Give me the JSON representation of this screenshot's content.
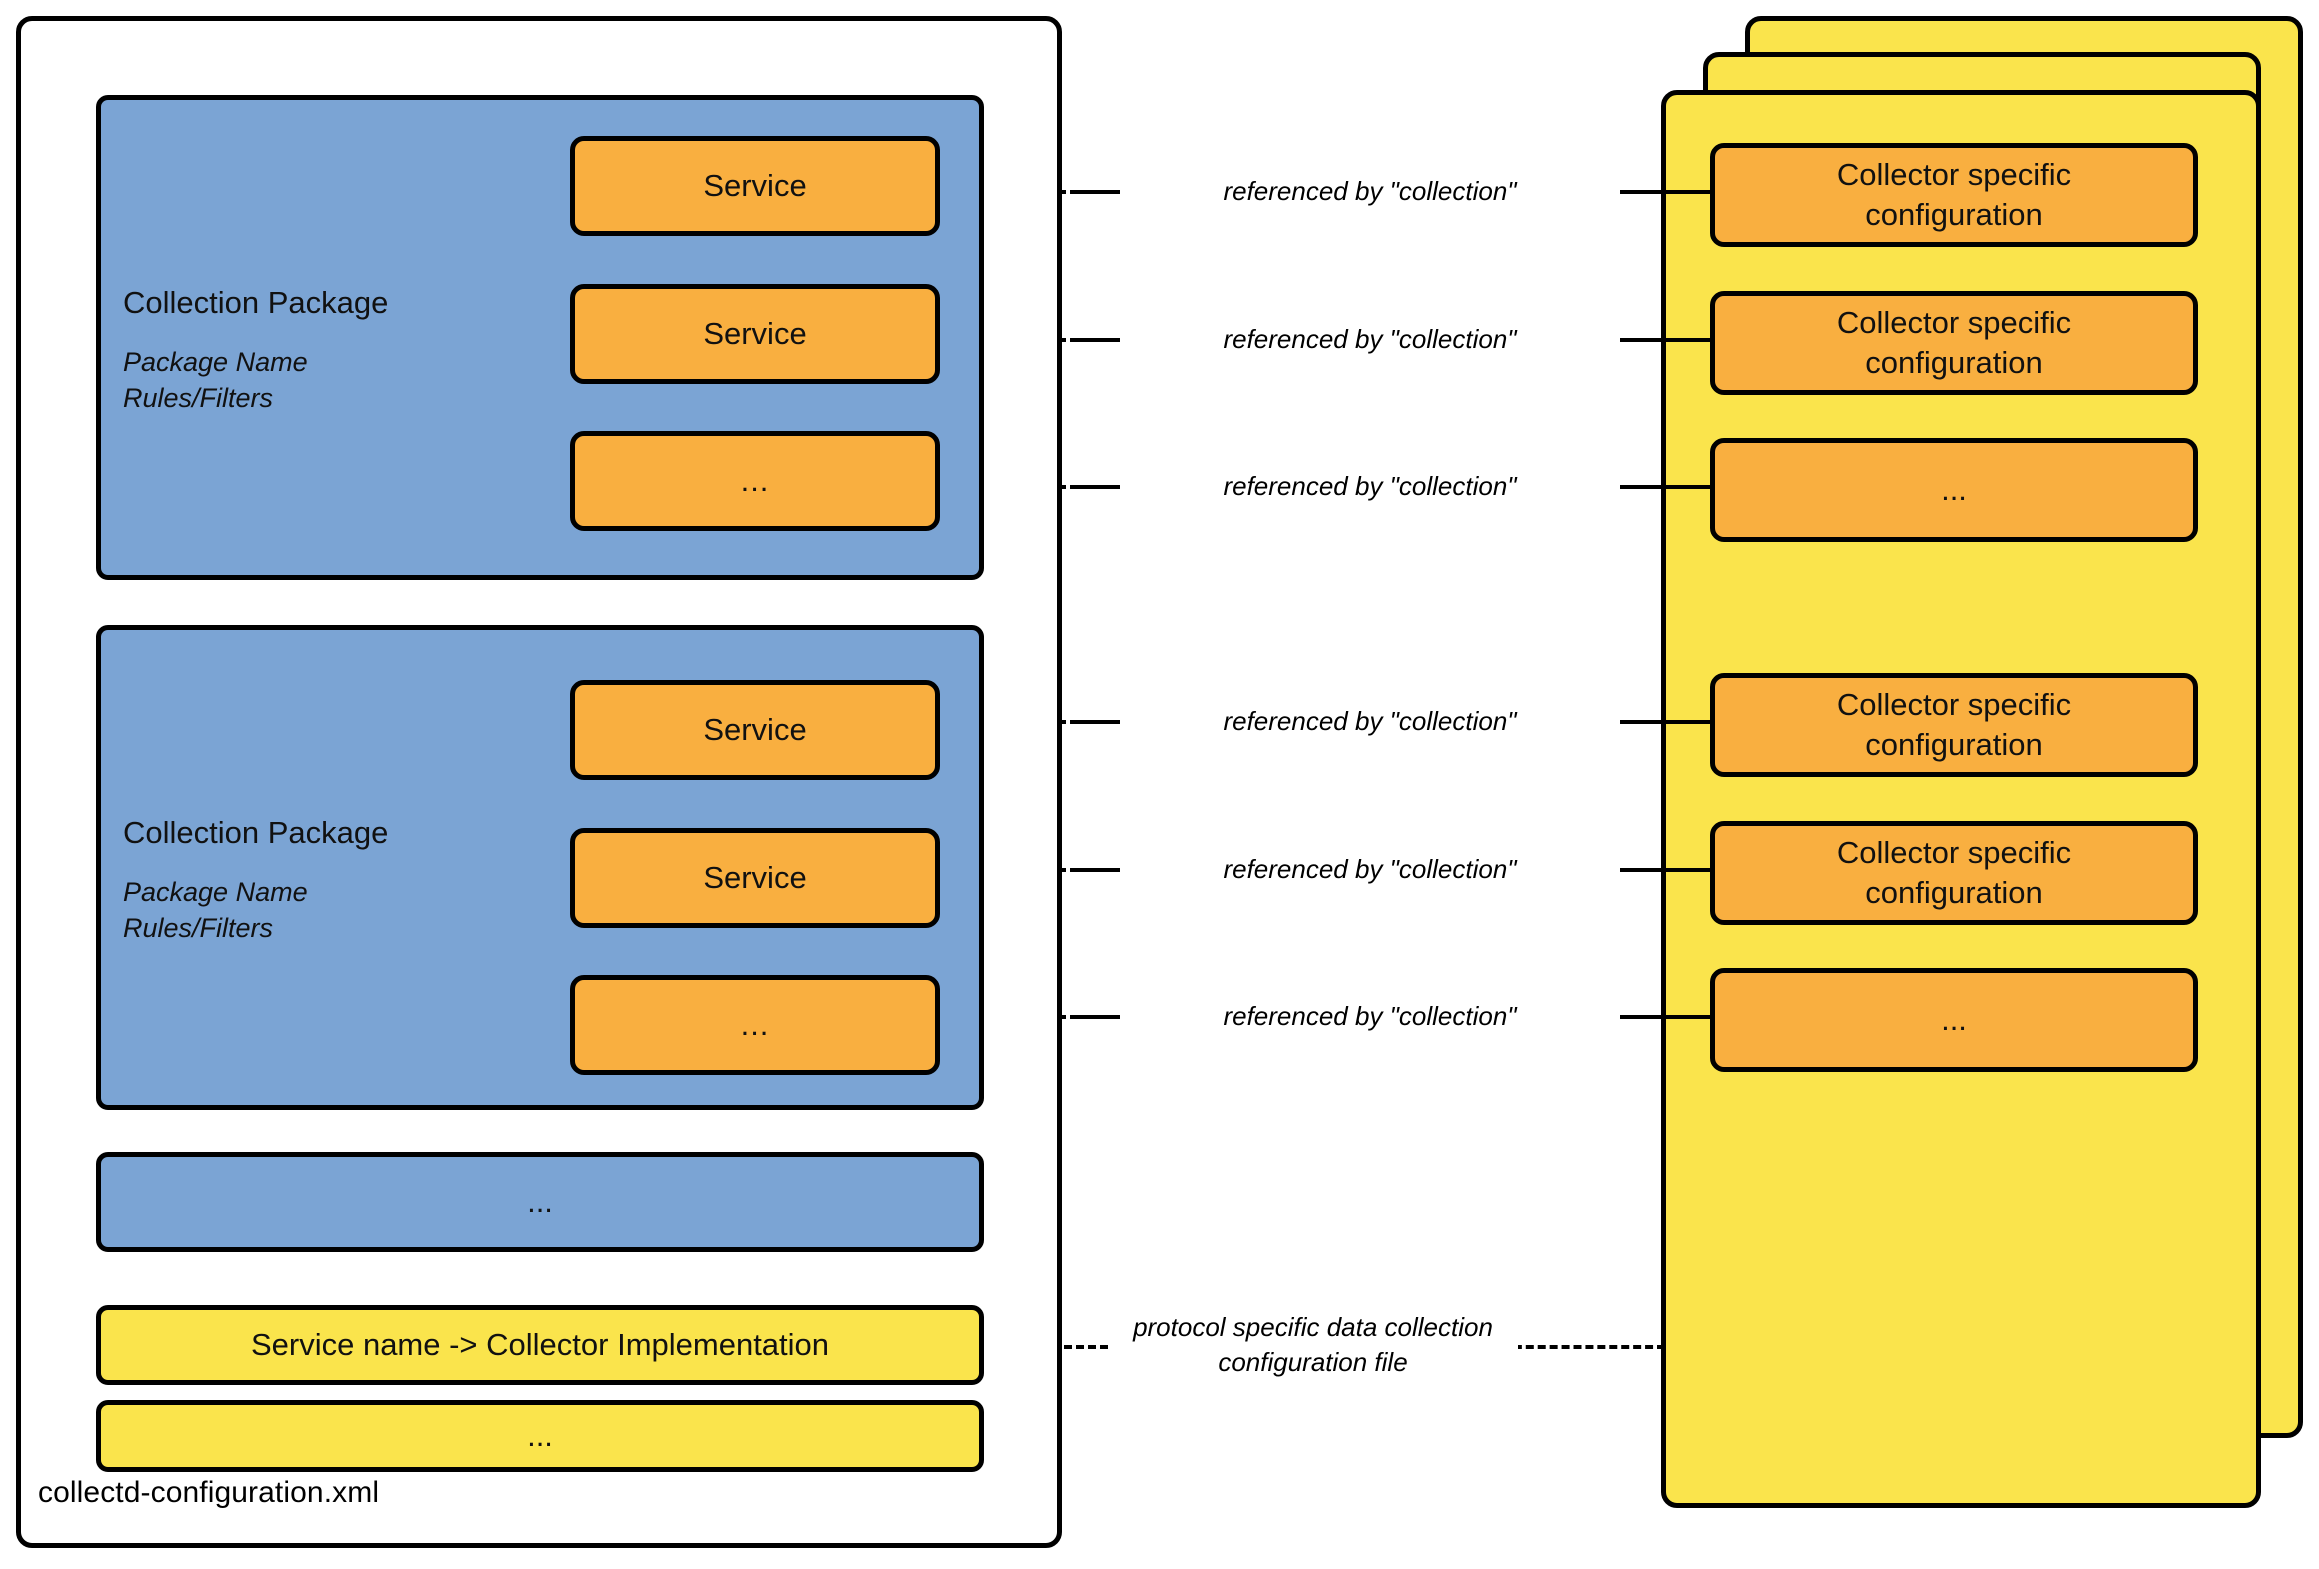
{
  "diagram": {
    "caption": "collectd-configuration.xml",
    "package_title": "Collection Package",
    "package_subtitle": "Package Name\nRules/Filters",
    "service_label": "Service",
    "ellipsis": "...",
    "collector_config_label": "Collector specific\nconfiguration",
    "mapping_label": "Service name -> Collector Implementation",
    "referenced_by_label": "referenced by \"collection\"",
    "protocol_file_label": "protocol specific data collection\nconfiguration file",
    "colors": {
      "package_blue": "#7BA4D4",
      "service_orange": "#F9AF40",
      "panel_yellow": "#FAE44C",
      "stroke": "#000000",
      "background": "#FFFFFF"
    },
    "packages": [
      {
        "title": "Collection Package",
        "subtitle": "Package Name\nRules/Filters",
        "services": [
          "Service",
          "Service",
          "..."
        ]
      },
      {
        "title": "Collection Package",
        "subtitle": "Package Name\nRules/Filters",
        "services": [
          "Service",
          "Service",
          "..."
        ]
      }
    ],
    "package_ellipsis": "...",
    "mapping_rows": [
      "Service name -> Collector Implementation",
      "..."
    ],
    "collector_configs": [
      "Collector specific\nconfiguration",
      "Collector specific\nconfiguration",
      "...",
      "Collector specific\nconfiguration",
      "Collector specific\nconfiguration",
      "..."
    ],
    "connector_labels": [
      "referenced by \"collection\"",
      "referenced by \"collection\"",
      "referenced by \"collection\"",
      "referenced by \"collection\"",
      "referenced by \"collection\"",
      "referenced by \"collection\""
    ],
    "dashed_connector_label": "protocol specific data collection\nconfiguration file"
  }
}
